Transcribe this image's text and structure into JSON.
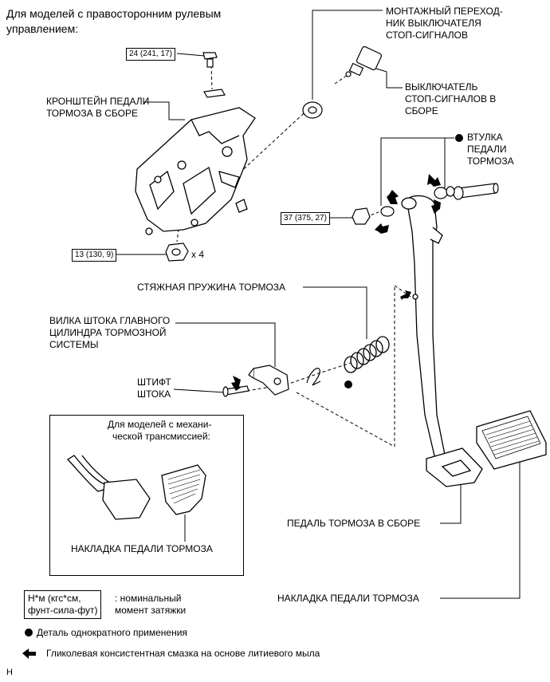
{
  "header": {
    "line1": "Для моделей с правосторонним рулевым",
    "line2": "управлением:"
  },
  "torques": {
    "t24": "24 (241, 17)",
    "t37": "37 (375, 27)",
    "t13": "13 (130, 9)",
    "x4": "x 4"
  },
  "labels": {
    "bracket": [
      "КРОНШТЕЙН ПЕДАЛИ",
      "ТОРМОЗА В СБОРЕ"
    ],
    "switch_holder": [
      "МОНТАЖНЫЙ ПЕРЕХОД-",
      "НИК ВЫКЛЮЧАТЕЛЯ",
      "СТОП-СИГНАЛОВ"
    ],
    "switch": [
      "ВЫКЛЮЧАТЕЛЬ",
      "СТОП-СИГНАЛОВ В",
      "СБОРЕ"
    ],
    "bushing": [
      "ВТУЛКА",
      "ПЕДАЛИ",
      "ТОРМОЗА"
    ],
    "spring": "СТЯЖНАЯ ПРУЖИНА ТОРМОЗА",
    "clevis": [
      "ВИЛКА ШТОКА ГЛАВНОГО",
      "ЦИЛИНДРА ТОРМОЗНОЙ",
      "СИСТЕМЫ"
    ],
    "pin": [
      "ШТИФТ",
      "ШТОКА"
    ],
    "pedal": "ПЕДАЛЬ ТОРМОЗА В СБОРЕ",
    "pad": "НАКЛАДКА ПЕДАЛИ ТОРМОЗА"
  },
  "inset": {
    "title": [
      "Для моделей с механи-",
      "ческой трансмиссией:"
    ],
    "pad": "НАКЛАДКА ПЕДАЛИ ТОРМОЗА"
  },
  "legend": {
    "unit_box": [
      "Н*м (кгс*см,",
      "фунт-сила-фут)"
    ],
    "unit_desc": [
      ": номинальный",
      "момент затяжки"
    ],
    "single_use": "Деталь однократного применения",
    "grease": "Гликолевая консистентная смазка на основе литиевого мыла"
  },
  "footer_code": "H"
}
